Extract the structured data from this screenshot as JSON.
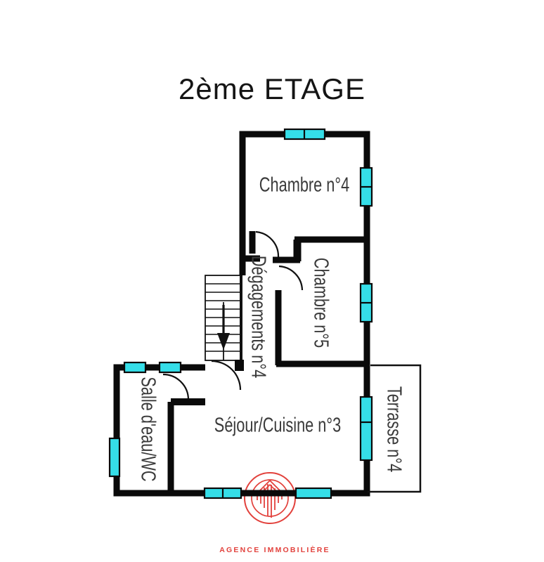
{
  "title": "2ème ETAGE",
  "rooms": [
    {
      "id": "chambre-4",
      "label": "Chambre n°4",
      "orientation": "horizontal"
    },
    {
      "id": "chambre-5",
      "label": "Chambre n°5",
      "orientation": "vertical"
    },
    {
      "id": "degagements",
      "label": "Dégagements n°4",
      "orientation": "vertical"
    },
    {
      "id": "salle-eau",
      "label": "Salle d'eau/WC",
      "orientation": "vertical"
    },
    {
      "id": "sejour",
      "label": "Séjour/Cuisine n°3",
      "orientation": "horizontal"
    },
    {
      "id": "terrasse",
      "label": "Terrasse n°4",
      "orientation": "vertical"
    }
  ],
  "footer": {
    "brand": "AGENCE IMMOBILIÈRE"
  },
  "icons": [
    {
      "name": "stairs-down-arrow"
    },
    {
      "name": "agency-house-logo"
    }
  ],
  "colors": {
    "wall": "#0a0a0a",
    "window": "#35dee8",
    "logo_red": "#e2413c",
    "label": "#3a3a3a"
  }
}
